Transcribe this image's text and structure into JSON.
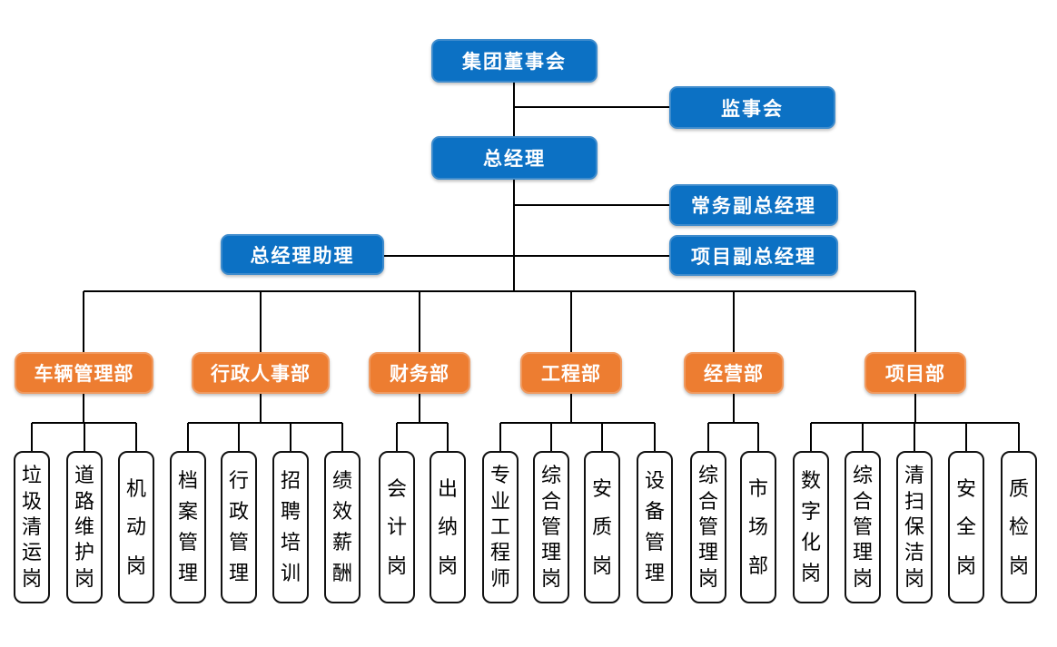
{
  "palette": {
    "blue": "#0C71C4",
    "blue_border": "#3F8CCD",
    "orange": "#ED7D31",
    "orange_border": "#F09A60",
    "leaf_border": "#111111",
    "line": "#000000"
  },
  "executive": {
    "board": "集团董事会",
    "supervisory": "监事会",
    "general_manager": "总经理",
    "executive_deputy_gm": "常务副总经理",
    "gm_assistant": "总经理助理",
    "project_deputy_gm": "项目副总经理"
  },
  "departments": [
    {
      "label": "车辆管理部",
      "positions": [
        "垃圾清运岗",
        "道路维护岗",
        "机动岗"
      ]
    },
    {
      "label": "行政人事部",
      "positions": [
        "档案管理",
        "行政管理",
        "招聘培训",
        "绩效薪酬"
      ]
    },
    {
      "label": "财务部",
      "positions": [
        "会计岗",
        "出纳岗"
      ]
    },
    {
      "label": "工程部",
      "positions": [
        "专业工程师",
        "综合管理岗",
        "安质岗",
        "设备管理"
      ]
    },
    {
      "label": "经营部",
      "positions": [
        "综合管理岗",
        "市场部"
      ]
    },
    {
      "label": "项目部",
      "positions": [
        "数字化岗",
        "综合管理岗",
        "清扫保洁岗",
        "安全岗",
        "质检岗"
      ]
    }
  ]
}
